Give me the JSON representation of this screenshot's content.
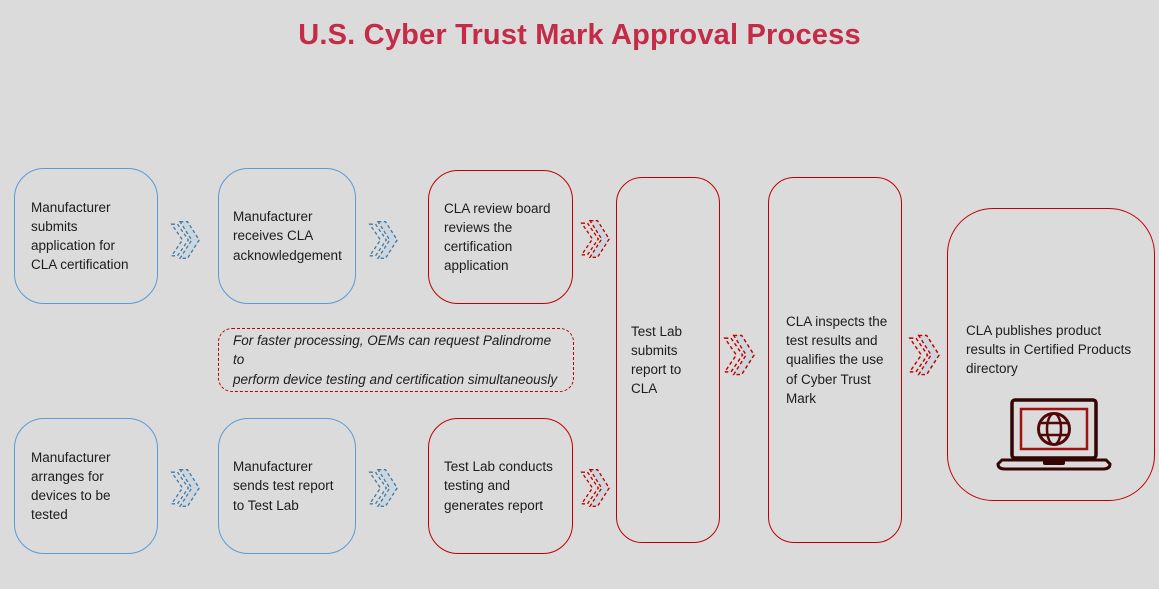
{
  "title": "U.S. Cyber Trust Mark Approval Process",
  "colors": {
    "background": "#dbdbdb",
    "title": "#c32b46",
    "blue_border": "#5b9bd5",
    "red_border": "#c00000",
    "arrow_fill": "#ccd6dc",
    "arrow_blue_stroke": "#3f7cab",
    "arrow_red_stroke": "#c00000",
    "laptop_icon_dark": "#330505",
    "laptop_icon_red": "#9e1212",
    "text": "#1c1c1c"
  },
  "boxes": [
    {
      "id": "submit-application",
      "label": "Manufacturer\nsubmits\napplication for\nCLA certification",
      "border": "blue"
    },
    {
      "id": "receive-ack",
      "label": "Manufacturer\nreceives CLA\nacknowledgement",
      "border": "blue"
    },
    {
      "id": "review-board",
      "label": "CLA review board\nreviews the\ncertification\napplication",
      "border": "red"
    },
    {
      "id": "arrange-devices",
      "label": "Manufacturer\narranges for\ndevices to be\ntested",
      "border": "blue"
    },
    {
      "id": "send-report",
      "label": "Manufacturer\nsends test report\nto Test Lab",
      "border": "blue"
    },
    {
      "id": "conduct-testing",
      "label": "Test Lab conducts\ntesting and\ngenerates report",
      "border": "red"
    },
    {
      "id": "submit-report-cla",
      "label": "Test Lab\nsubmits\nreport to\nCLA",
      "border": "red"
    },
    {
      "id": "inspect-results",
      "label": "CLA inspects the\ntest results and\nqualifies the use\nof Cyber Trust\nMark",
      "border": "red"
    },
    {
      "id": "publish-results",
      "label": "CLA publishes product\nresults in Certified Products\ndirectory",
      "border": "red"
    }
  ],
  "note": {
    "text": "For faster processing, OEMs can request Palindrome to\nperform device testing and certification simultaneously"
  },
  "icons": {
    "arrow": "chevron-arrow-icon",
    "final_box": "laptop-globe-icon"
  }
}
